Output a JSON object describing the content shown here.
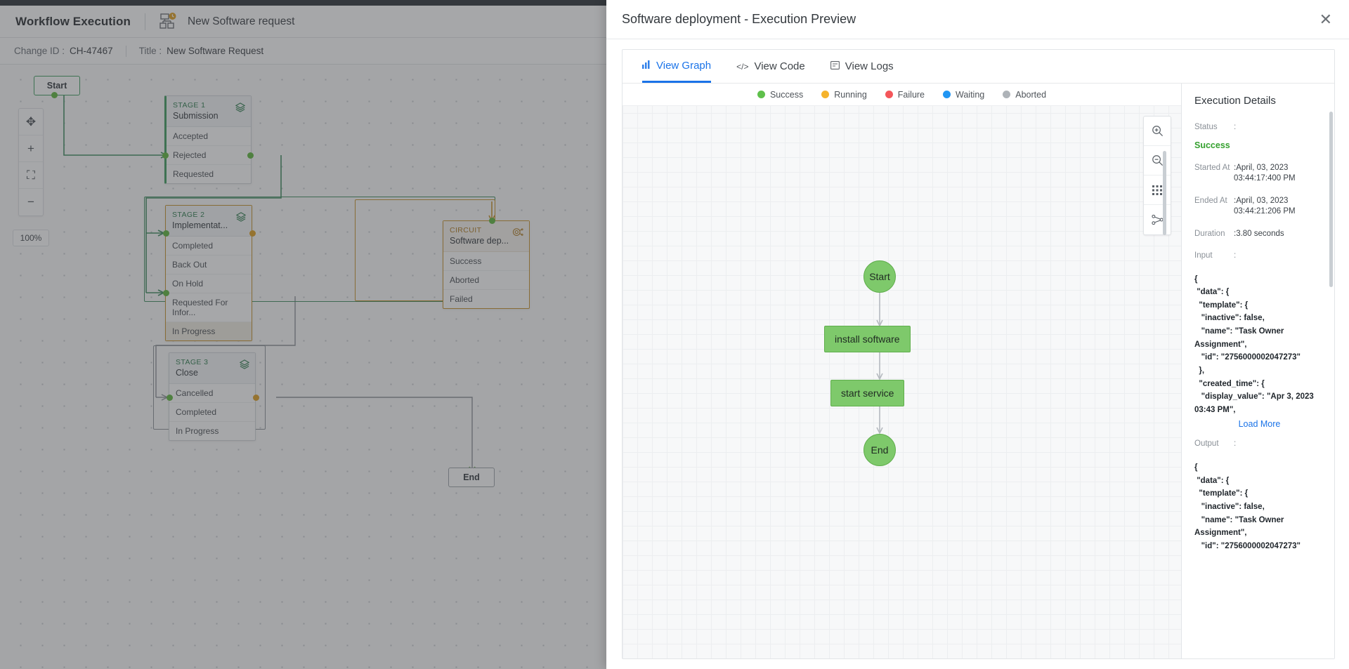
{
  "app": {
    "title": "Workflow Execution",
    "workflow_icon": "workflow-clock-icon",
    "subtitle": "New Software request",
    "meta": {
      "change_id_label": "Change ID :",
      "change_id_value": "CH-47467",
      "title_label": "Title :",
      "title_value": "New Software Request"
    },
    "canvas": {
      "zoom_level": "100%",
      "controls": [
        "target-icon",
        "plus-icon",
        "fit-screen-icon",
        "minus-icon"
      ],
      "start_node": "Start",
      "end_node": "End",
      "stages": [
        {
          "kicker": "STAGE 1",
          "name": "Submission",
          "icon": "layers-icon",
          "rows": [
            "Accepted",
            "Rejected",
            "Requested"
          ],
          "highlight_index": 2
        },
        {
          "kicker": "STAGE 2",
          "name": "Implementat...",
          "icon": "layers-icon",
          "rows": [
            "Completed",
            "Back Out",
            "On Hold",
            "Requested For Infor...",
            "In Progress"
          ],
          "highlight_index": 4
        },
        {
          "kicker": "STAGE 3",
          "name": "Close",
          "icon": "layers-icon",
          "rows": [
            "Cancelled",
            "Completed",
            "In Progress"
          ],
          "highlight_index": -1
        }
      ],
      "circuit": {
        "kicker": "CIRCUIT",
        "name": "Software dep...",
        "icon": "circuit-icon",
        "rows": [
          "Success",
          "Aborted",
          "Failed"
        ]
      }
    }
  },
  "modal": {
    "title": "Software deployment - Execution Preview",
    "close_icon": "close-icon",
    "tabs": [
      {
        "label": "View Graph",
        "icon": "bar-chart-icon",
        "active": true
      },
      {
        "label": "View Code",
        "icon": "code-icon",
        "active": false
      },
      {
        "label": "View Logs",
        "icon": "logs-icon",
        "active": false
      }
    ],
    "legend": [
      {
        "label": "Success",
        "color": "#5fc04b"
      },
      {
        "label": "Running",
        "color": "#f5b32c"
      },
      {
        "label": "Failure",
        "color": "#f4565a"
      },
      {
        "label": "Waiting",
        "color": "#2196f3"
      },
      {
        "label": "Aborted",
        "color": "#aeb3b8"
      }
    ],
    "graph_tools": [
      "zoom-in-icon",
      "zoom-out-icon",
      "grid-icon",
      "layout-icon"
    ],
    "flow_nodes": [
      {
        "label": "Start",
        "shape": "circle"
      },
      {
        "label": "install software",
        "shape": "rect"
      },
      {
        "label": "start service",
        "shape": "rect"
      },
      {
        "label": "End",
        "shape": "circle"
      }
    ],
    "details": {
      "heading": "Execution Details",
      "status_label": "Status",
      "status_value": "Success",
      "started_label": "Started At",
      "started_value": ":April, 03, 2023 03:44:17:400 PM",
      "ended_label": "Ended At",
      "ended_value": ":April, 03, 2023 03:44:21:206 PM",
      "duration_label": "Duration",
      "duration_value": ":3.80 seconds",
      "input_label": "Input",
      "input_json": "{\n \"data\": {\n  \"template\": {\n   \"inactive\": false,\n   \"name\": \"Task Owner Assignment\",\n   \"id\": \"2756000002047273\"\n  },\n  \"created_time\": {\n   \"display_value\": \"Apr 3, 2023 03:43 PM\",",
      "load_more": "Load More",
      "output_label": "Output",
      "output_json": "{\n \"data\": {\n  \"template\": {\n   \"inactive\": false,\n   \"name\": \"Task Owner Assignment\",\n   \"id\": \"2756000002047273\""
    }
  }
}
